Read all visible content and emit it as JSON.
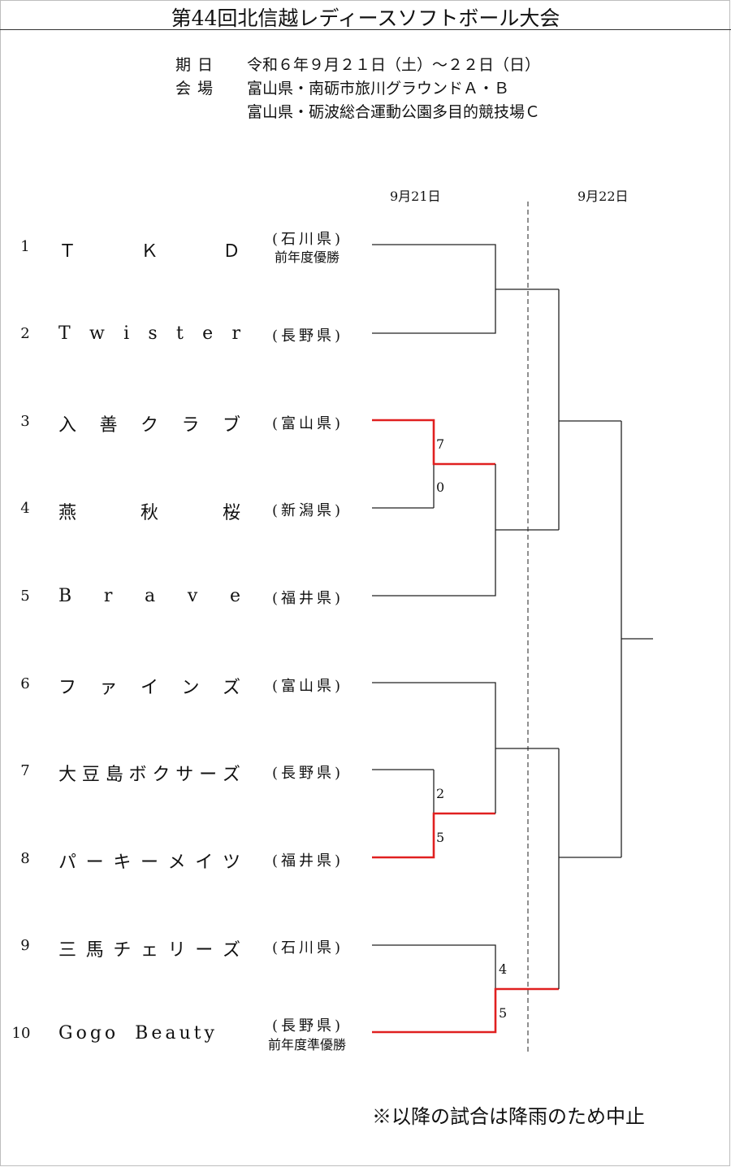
{
  "title": "第44回北信越レディースソフトボール大会",
  "info": {
    "date_label": "期日",
    "date_value": "令和６年９月２１日（土）～２２日（日）",
    "venue_label": "会場",
    "venue_1": "富山県・南砺市旅川グラウンドＡ・Ｂ",
    "venue_2": "富山県・砺波総合運動公園多目的競技場Ｃ"
  },
  "days": {
    "day1": "9月21日",
    "day2": "9月22日"
  },
  "teams": [
    {
      "num": "1",
      "name": "ＴＫＤ",
      "pref": "(石川県)",
      "note": "前年度優勝"
    },
    {
      "num": "2",
      "name": "Twister",
      "pref": "(長野県)",
      "note": ""
    },
    {
      "num": "3",
      "name": "入善クラブ",
      "pref": "(富山県)",
      "note": ""
    },
    {
      "num": "4",
      "name": "燕秋桜",
      "pref": "(新潟県)",
      "note": ""
    },
    {
      "num": "5",
      "name": "Brave",
      "pref": "(福井県)",
      "note": ""
    },
    {
      "num": "6",
      "name": "ファインズ",
      "pref": "(富山県)",
      "note": ""
    },
    {
      "num": "7",
      "name": "大豆島ボクサーズ",
      "pref": "(長野県)",
      "note": ""
    },
    {
      "num": "8",
      "name": "パーキーメイツ",
      "pref": "(福井県)",
      "note": ""
    },
    {
      "num": "9",
      "name": "三馬チェリーズ",
      "pref": "(石川県)",
      "note": ""
    },
    {
      "num": "10",
      "name": "Gogo Beauty",
      "pref": "(長野県)",
      "note": "前年度準優勝"
    }
  ],
  "scores": {
    "m3_4_top": "7",
    "m3_4_bottom": "0",
    "m7_8_top": "2",
    "m7_8_bottom": "5",
    "m9_10_top": "4",
    "m9_10_bottom": "5"
  },
  "footnote": "※以降の試合は降雨のため中止",
  "colors": {
    "winner_line": "#e02020",
    "line": "#222222"
  }
}
